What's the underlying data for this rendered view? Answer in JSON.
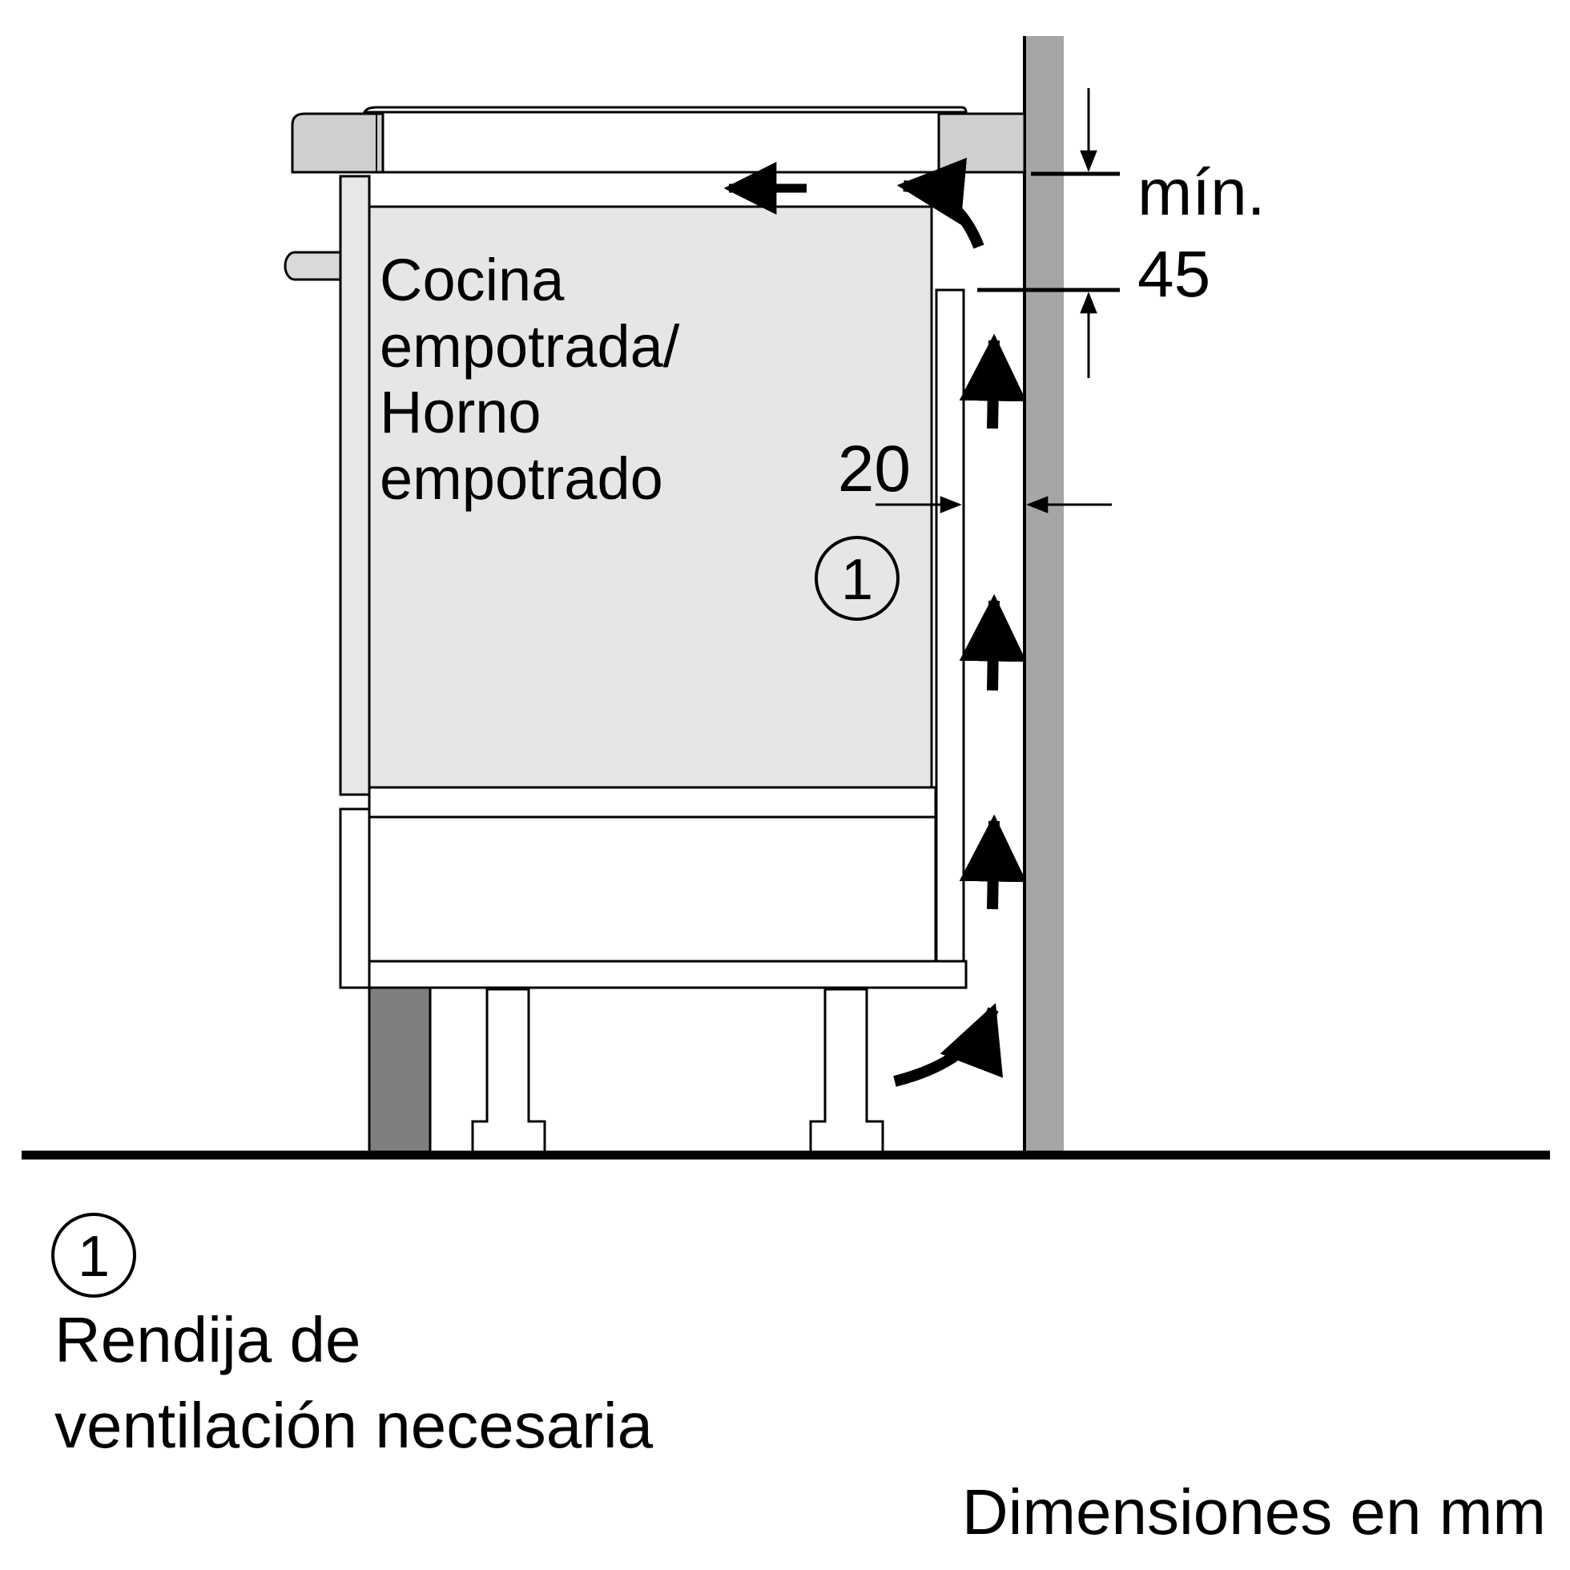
{
  "oven_label": {
    "line1": "Cocina",
    "line2": "empotrada/",
    "line3": "Horno",
    "line4": "empotrado"
  },
  "gap_dimension": "20",
  "marker": "1",
  "clearance": {
    "line1": "mín.",
    "line2": "45"
  },
  "legend": {
    "marker": "1",
    "line1": "Rendija de",
    "line2": "ventilación necesaria"
  },
  "units_note": "Dimensiones en mm"
}
